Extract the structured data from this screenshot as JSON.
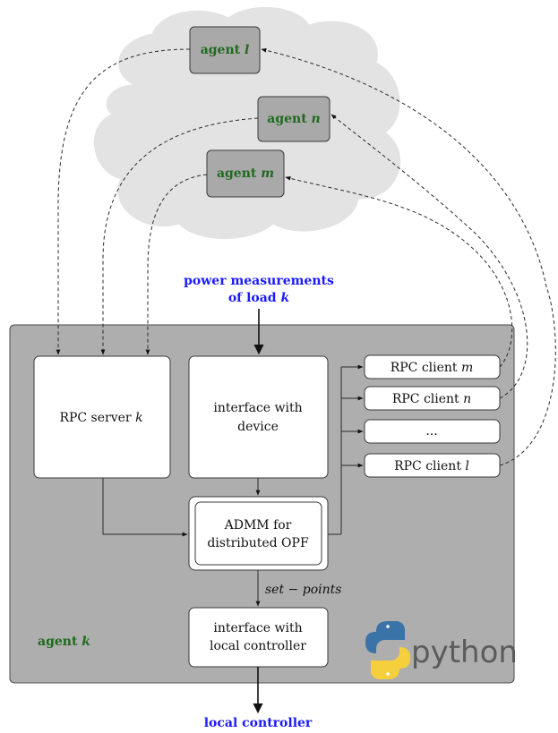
{
  "colors": {
    "agent_green": "#1d6b1d",
    "measure_blue": "#1a1aff",
    "main_panel": "#aeaeae",
    "cloud": "#e3e3e3",
    "agent_box": "#a6a6a6",
    "python_blue": "#3a73a8",
    "python_yellow": "#f5cf3c"
  },
  "cloud": {
    "agents": [
      {
        "prefix": "agent",
        "var": "l"
      },
      {
        "prefix": "agent",
        "var": "n"
      },
      {
        "prefix": "agent",
        "var": "m"
      }
    ]
  },
  "input": {
    "line1": "power measurements",
    "line2_prefix": "of load",
    "line2_var": "k"
  },
  "rpc_server": {
    "prefix": "RPC server",
    "var": "k"
  },
  "interface_device": {
    "line1": "interface with",
    "line2": "device"
  },
  "rpc_clients": [
    {
      "prefix": "RPC client",
      "var": "m"
    },
    {
      "prefix": "RPC client",
      "var": "n"
    },
    {
      "prefix": "...",
      "var": ""
    },
    {
      "prefix": "RPC client",
      "var": "l"
    }
  ],
  "admm": {
    "line1": "ADMM for",
    "line2": "distributed OPF"
  },
  "setpoints_label": "set − points",
  "interface_controller": {
    "line1": "interface with",
    "line2": "local controller"
  },
  "agent_k": {
    "prefix": "agent",
    "var": "k"
  },
  "python_logo": {
    "text": "python",
    "icon": "python-logo-icon"
  },
  "output": {
    "label": "local controller"
  }
}
